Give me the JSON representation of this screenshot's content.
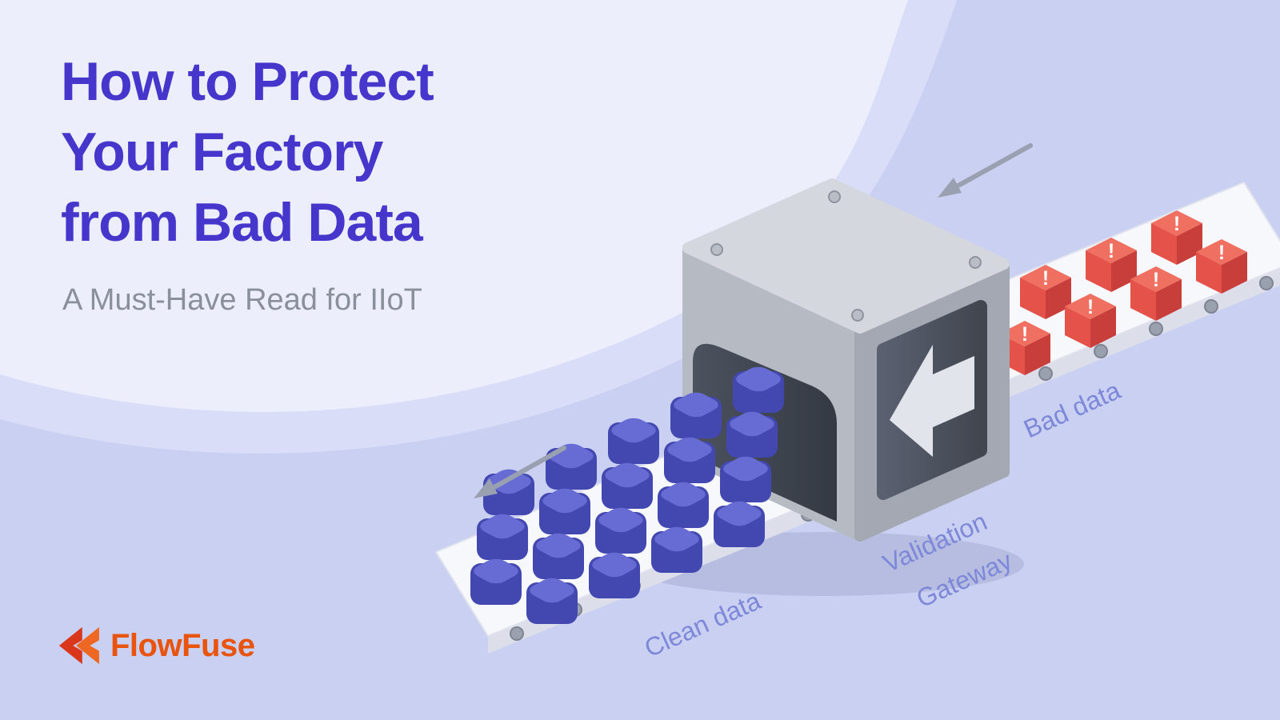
{
  "header": {
    "title_line1": "How to Protect",
    "title_line2": "Your Factory",
    "title_line3": "from Bad Data",
    "subtitle": "A Must-Have Read for IIoT"
  },
  "brand": {
    "name": "FlowFuse"
  },
  "illustration": {
    "labels": {
      "bad_data": "Bad data",
      "validation_line1": "Validation",
      "validation_line2": "Gateway",
      "clean_data": "Clean data"
    },
    "warning_glyph": "!",
    "colors": {
      "title_accent": "#4736cb",
      "subtitle_gray": "#8a9099",
      "label_periwinkle": "#7d88d8",
      "bad_cube_red": "#e5524a",
      "clean_cube_blue": "#4348b0",
      "gateway_gray": "#b6bac3",
      "brand_orange": "#e8530e",
      "background_light": "#ecEFfb",
      "background_dark": "#c9d0f2"
    }
  }
}
